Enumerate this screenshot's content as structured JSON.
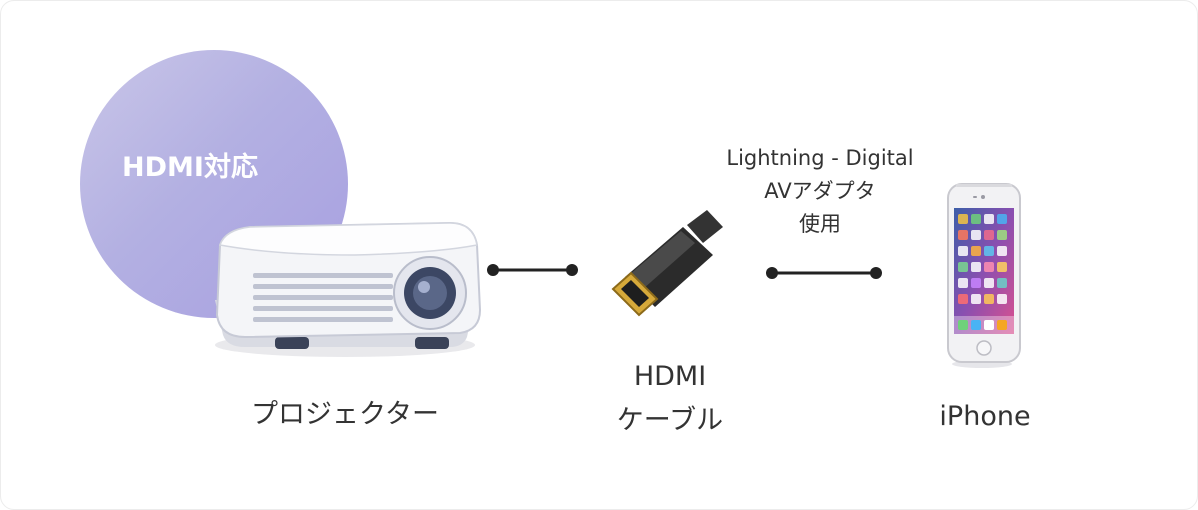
{
  "badge": {
    "label": "HDMI対応"
  },
  "devices": {
    "projector": {
      "label": "プロジェクター",
      "icon": "projector-icon"
    },
    "cable": {
      "label_line1": "HDMI",
      "label_line2": "ケーブル",
      "icon": "hdmi-cable-icon"
    },
    "phone": {
      "label": "iPhone",
      "icon": "iphone-icon"
    }
  },
  "adapter": {
    "line1": "Lightning - Digital",
    "line2": "AVアダプタ",
    "line3": "使用"
  },
  "colors": {
    "badge_circle": "#b3b0e2",
    "text": "#333333",
    "connector": "#222222"
  }
}
